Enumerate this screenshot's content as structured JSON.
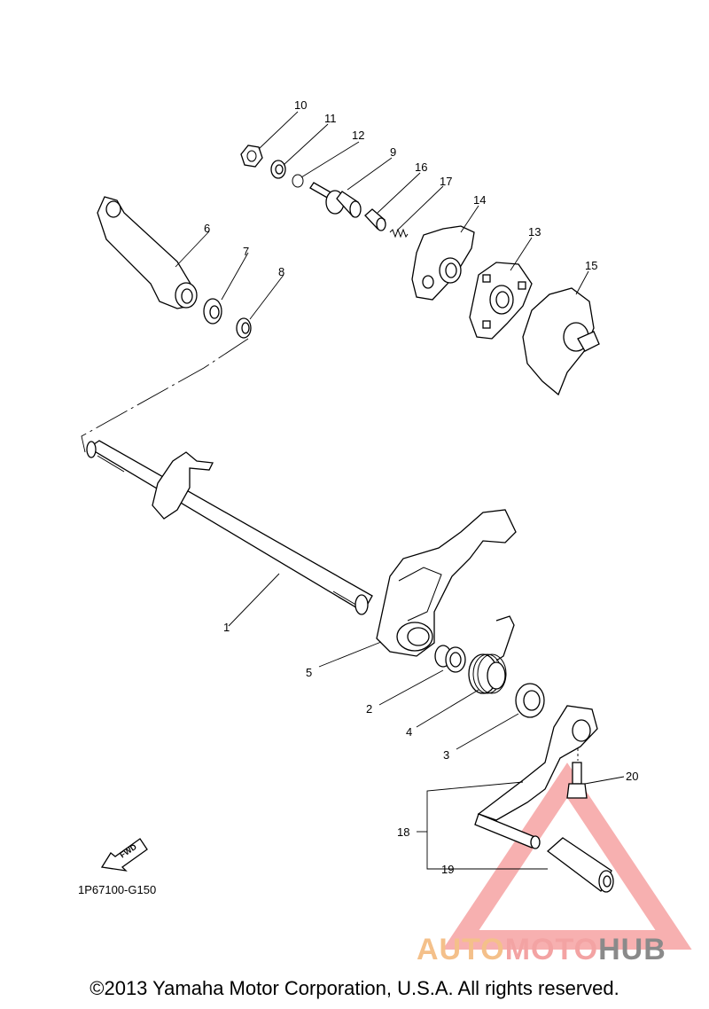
{
  "diagram": {
    "code": "1P67100-G150",
    "fwd_label": "FWD",
    "copyright": "©2013 Yamaha Motor Corporation, U.S.A. All rights reserved.",
    "watermark": {
      "part1": "AUTO",
      "part2": "MOTO",
      "part3": "HUB"
    },
    "callouts": [
      "1",
      "2",
      "3",
      "4",
      "5",
      "6",
      "7",
      "8",
      "9",
      "10",
      "11",
      "12",
      "13",
      "14",
      "15",
      "16",
      "17",
      "18",
      "19",
      "20"
    ]
  },
  "colors": {
    "line": "#000000",
    "watermark_red": "#f08080",
    "watermark_orange": "#f4c08a",
    "watermark_gray": "#8a8a8a"
  }
}
